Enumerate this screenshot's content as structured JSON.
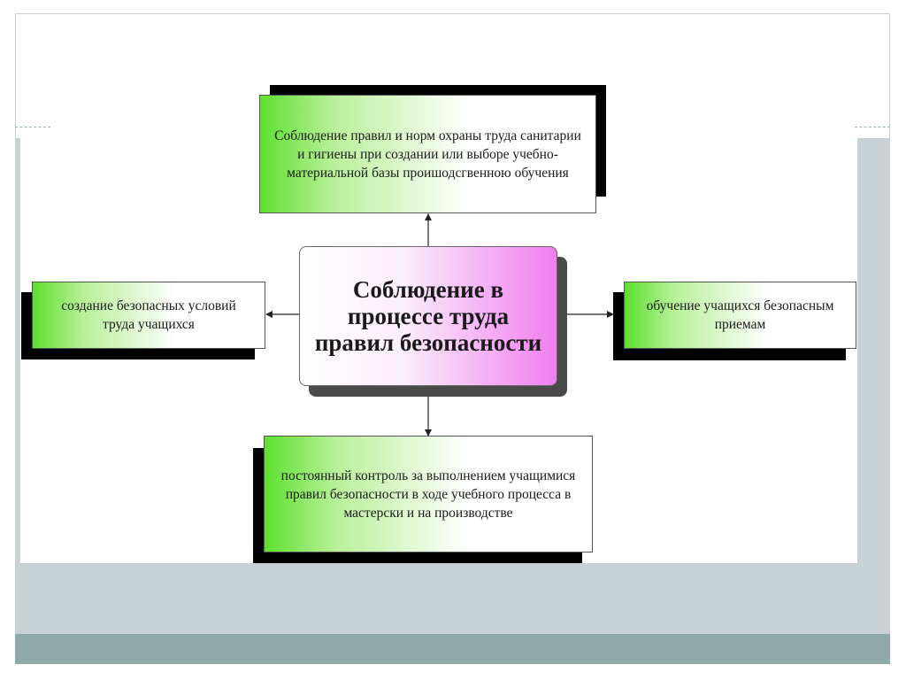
{
  "diagram": {
    "center": "Соблюдение в процессе труда правил безопасности",
    "top": "Соблюдение правил и норм охраны труда санитарии и гигиены при создании или выборе учебно-материальной базы проишодсгвенною обучения",
    "left": "создание безопасных условий труда учащихся",
    "right": "обучение учащихся безопасным приемам",
    "bottom": "постоянный контроль за выполнением учащимися правил безопасности в ходе учебного процесса в мастерски и на производстве"
  },
  "colors": {
    "box_green": "#5ee02f",
    "center_pink": "#f07ef0",
    "shadow": "#000000",
    "band_gray": "#c8d2d5",
    "band_teal": "#8fa8a8"
  }
}
